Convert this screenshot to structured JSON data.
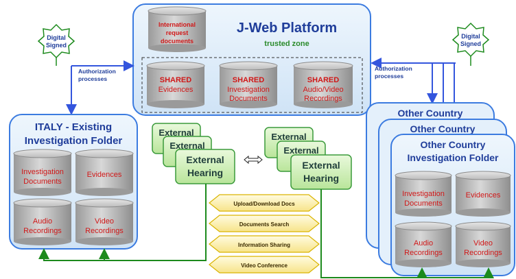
{
  "platform": {
    "title": "J-Web Platform",
    "subtitle": "trusted zone",
    "intl_docs": [
      "International",
      "request",
      "documents"
    ],
    "shared": [
      {
        "tag": "SHARED",
        "lines": [
          "Evidences"
        ]
      },
      {
        "tag": "SHARED",
        "lines": [
          "Investigation",
          "Documents"
        ]
      },
      {
        "tag": "SHARED",
        "lines": [
          "Audio/Video",
          "Recordings"
        ]
      }
    ]
  },
  "signatures": {
    "left": [
      "Digital",
      "Signed"
    ],
    "right": [
      "Digital",
      "Signed"
    ]
  },
  "authorization": {
    "left": [
      "Authorization",
      "processes"
    ],
    "right": [
      "Authorization",
      "processes"
    ]
  },
  "italy": {
    "title": [
      "ITALY - Existing",
      "Investigation Folder"
    ],
    "cylinders": [
      [
        "Investigation",
        "Documents"
      ],
      [
        "Evidences"
      ],
      [
        "Audio",
        "Recordings"
      ],
      [
        "Video",
        "Recordings"
      ]
    ]
  },
  "other": {
    "back_titles": [
      "Other Country",
      "Other Country"
    ],
    "title": [
      "Other Country",
      "Investigation Folder"
    ],
    "cylinders": [
      [
        "Investigation",
        "Documents"
      ],
      [
        "Evidences"
      ],
      [
        "Audio",
        "Recordings"
      ],
      [
        "Video",
        "Recordings"
      ]
    ]
  },
  "hearing": {
    "label": [
      "External",
      "Hearing"
    ]
  },
  "services": [
    "Upload/Download Docs",
    "Documents Search",
    "Information Sharing",
    "Video Conference"
  ]
}
